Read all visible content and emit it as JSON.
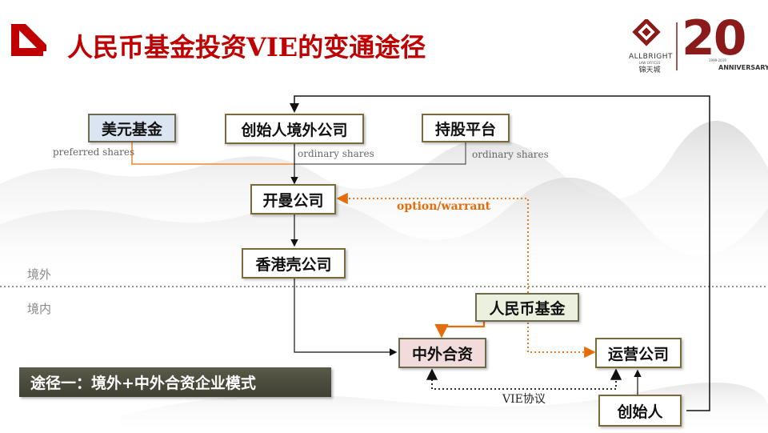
{
  "title": "人民币基金投资VIE的变通途径",
  "logo": {
    "name": "ALLBRIGHT",
    "sub": "LAW OFFICES",
    "cn": "锦天城",
    "number": "20",
    "years": "1999-2019",
    "anniversary": "ANNIVERSARY"
  },
  "boxes": {
    "usd_fund": "美元基金",
    "founder_offshore": "创始人境外公司",
    "holding_platform": "持股平台",
    "cayman": "开曼公司",
    "hk_shell": "香港壳公司",
    "rmb_fund": "人民币基金",
    "jv": "中外合资",
    "opco": "运营公司",
    "founder": "创始人"
  },
  "labels": {
    "preferred": "preferred shares",
    "ordinary1": "ordinary shares",
    "ordinary2": "ordinary shares",
    "option": "option/warrant",
    "vie": "VIE协议"
  },
  "regions": {
    "offshore": "境外",
    "onshore": "境内"
  },
  "banner": "途径一：境外+中外合资企业模式",
  "colors": {
    "title": "#c00000",
    "orange": "#e46c0a",
    "border": "#7a6a3a"
  }
}
